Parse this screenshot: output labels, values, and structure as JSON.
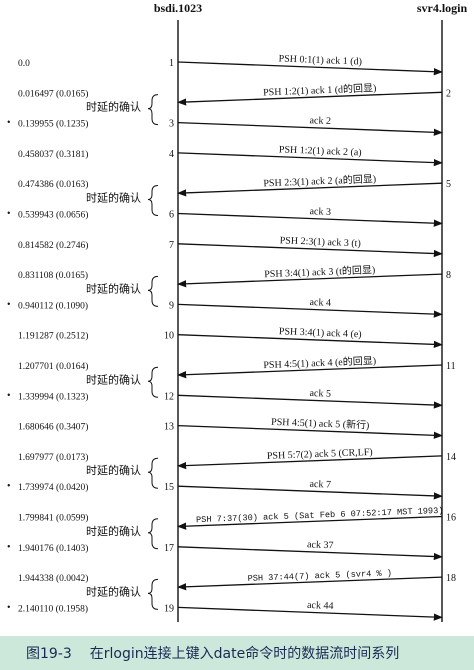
{
  "hosts": {
    "left": "bsdi.1023",
    "right": "svr4.login"
  },
  "delayed_ack_label": "时延的确认",
  "events": [
    {
      "num": "1",
      "time": "0.0",
      "dir": "right",
      "label": "PSH 0:1(1) ack 1 (d)",
      "star": false,
      "mono": false
    },
    {
      "num": "2",
      "time": "0.016497 (0.0165)",
      "dir": "left",
      "label": "PSH 1:2(1) ack 1 (d的回显)",
      "star": false,
      "mono": false
    },
    {
      "num": "3",
      "time": "0.139955 (0.1235)",
      "dir": "right",
      "label": "ack 2",
      "star": true,
      "mono": false,
      "delayed": true
    },
    {
      "num": "4",
      "time": "0.458037 (0.3181)",
      "dir": "right",
      "label": "PSH 1:2(1) ack 2 (a)",
      "star": false,
      "mono": false
    },
    {
      "num": "5",
      "time": "0.474386 (0.0163)",
      "dir": "left",
      "label": "PSH 2:3(1) ack 2 (a的回显)",
      "star": false,
      "mono": false
    },
    {
      "num": "6",
      "time": "0.539943 (0.0656)",
      "dir": "right",
      "label": "ack 3",
      "star": true,
      "mono": false,
      "delayed": true
    },
    {
      "num": "7",
      "time": "0.814582 (0.2746)",
      "dir": "right",
      "label": "PSH 2:3(1) ack 3 (t)",
      "star": false,
      "mono": false
    },
    {
      "num": "8",
      "time": "0.831108 (0.0165)",
      "dir": "left",
      "label": "PSH 3:4(1) ack 3 (t的回显)",
      "star": false,
      "mono": false
    },
    {
      "num": "9",
      "time": "0.940112 (0.1090)",
      "dir": "right",
      "label": "ack 4",
      "star": true,
      "mono": false,
      "delayed": true
    },
    {
      "num": "10",
      "time": "1.191287 (0.2512)",
      "dir": "right",
      "label": "PSH 3:4(1) ack 4 (e)",
      "star": false,
      "mono": false
    },
    {
      "num": "11",
      "time": "1.207701 (0.0164)",
      "dir": "left",
      "label": "PSH 4:5(1) ack 4 (e的回显)",
      "star": false,
      "mono": false
    },
    {
      "num": "12",
      "time": "1.339994 (0.1323)",
      "dir": "right",
      "label": "ack 5",
      "star": true,
      "mono": false,
      "delayed": true
    },
    {
      "num": "13",
      "time": "1.680646 (0.3407)",
      "dir": "right",
      "label": "PSH 4:5(1) ack 5 (新行)",
      "star": false,
      "mono": false
    },
    {
      "num": "14",
      "time": "1.697977 (0.0173)",
      "dir": "left",
      "label": "PSH 5:7(2) ack 5 (CR,LF)",
      "star": false,
      "mono": false
    },
    {
      "num": "15",
      "time": "1.739974 (0.0420)",
      "dir": "right",
      "label": "ack 7",
      "star": true,
      "mono": false,
      "delayed": true
    },
    {
      "num": "16",
      "time": "1.799841 (0.0599)",
      "dir": "left",
      "label": "PSH 7:37(30) ack 5 (Sat Feb  6 07:52:17 MST 1993)",
      "star": false,
      "mono": true
    },
    {
      "num": "17",
      "time": "1.940176 (0.1403)",
      "dir": "right",
      "label": "ack 37",
      "star": true,
      "mono": false,
      "delayed": true
    },
    {
      "num": "18",
      "time": "1.944338 (0.0042)",
      "dir": "left",
      "label": "PSH 37:44(7) ack 5 (svr4 % )",
      "star": false,
      "mono": true
    },
    {
      "num": "19",
      "time": "2.140110 (0.1958)",
      "dir": "right",
      "label": "ack 44",
      "star": true,
      "mono": false,
      "delayed": true
    }
  ],
  "caption": {
    "number": "图19-3",
    "text": "在rlogin连接上键入date命令时的数据流时间系列"
  },
  "colors": {
    "caption_bg": "#cbe8da",
    "caption_text": "#1a2a55",
    "ink": "#111111"
  }
}
